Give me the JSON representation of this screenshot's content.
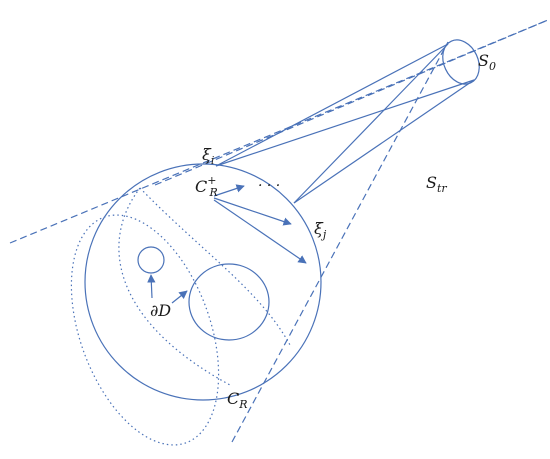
{
  "colors": {
    "line": "#4a72b8",
    "text": "#1a1a1a",
    "background": "#ffffff"
  },
  "labels": {
    "s0": {
      "base": "S",
      "sub": "0"
    },
    "str": {
      "base": "S",
      "sub": "tr"
    },
    "xi_i": {
      "base": "ξ",
      "sub": "i"
    },
    "xi_j": {
      "base": "ξ",
      "sub": "j"
    },
    "cr_plus": {
      "base": "C",
      "sub": "R",
      "sup": "+"
    },
    "dd": {
      "base": "∂D"
    },
    "cr": {
      "base": "C",
      "sub": "R"
    },
    "dots": "· · ·"
  }
}
